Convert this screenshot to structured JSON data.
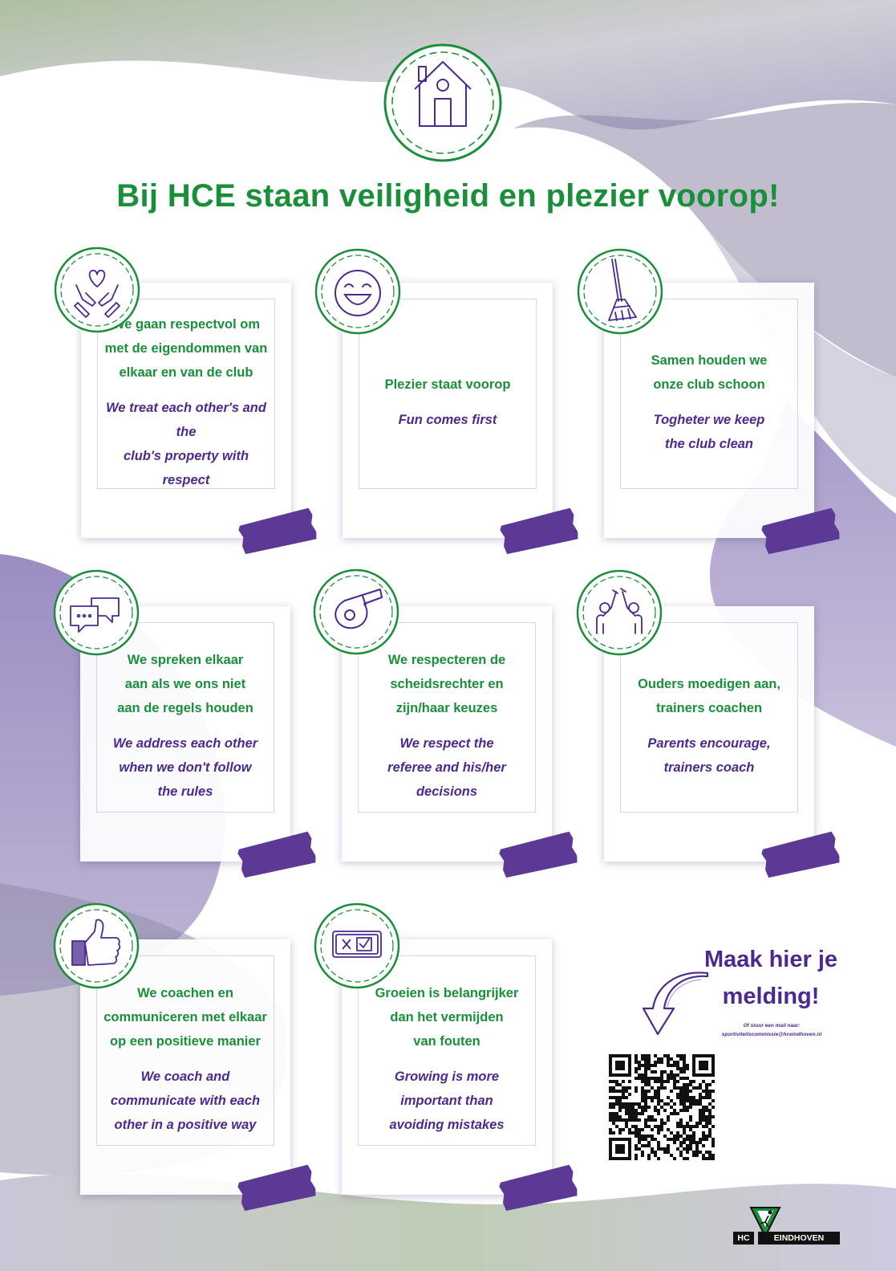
{
  "headline": "Bij HCE staan veiligheid en plezier voorop!",
  "colors": {
    "green": "#1a8f3a",
    "purple": "#4b2a8f",
    "tape": "#5b3994"
  },
  "top_icon": "house-icon",
  "cards": [
    {
      "icon": "heart-hands-icon",
      "nl": [
        "We gaan respectvol om",
        "met de eigendommen van",
        "elkaar en van de club"
      ],
      "en": [
        "We treat each other's and the",
        "club's property with respect"
      ]
    },
    {
      "icon": "smiley-face-icon",
      "nl": [
        "Plezier staat voorop"
      ],
      "en": [
        "Fun comes first"
      ]
    },
    {
      "icon": "broom-icon",
      "nl": [
        "Samen houden we",
        "onze club schoon"
      ],
      "en": [
        "Togheter we keep",
        "the club clean"
      ]
    },
    {
      "icon": "speech-bubbles-icon",
      "nl": [
        "We spreken elkaar",
        "aan als we ons niet",
        "aan de regels houden"
      ],
      "en": [
        "We address each other",
        "when we don't follow",
        "the rules"
      ]
    },
    {
      "icon": "whistle-icon",
      "nl": [
        "We respecteren de",
        "scheidsrechter en",
        "zijn/haar keuzes"
      ],
      "en": [
        "We respect the",
        "referee and his/her",
        "decisions"
      ]
    },
    {
      "icon": "high-five-icon",
      "nl": [
        "Ouders moedigen aan,",
        "trainers coachen"
      ],
      "en": [
        "Parents encourage,",
        "trainers coach"
      ]
    },
    {
      "icon": "thumbs-up-icon",
      "nl": [
        "We coachen en",
        "communiceren met elkaar",
        "op een positieve manier"
      ],
      "en": [
        "We coach and",
        "communicate with each",
        "other in a positive way"
      ]
    },
    {
      "icon": "checkbox-icon",
      "nl": [
        "Groeien is belangrijker",
        "dan het vermijden",
        "van fouten"
      ],
      "en": [
        "Growing is more",
        "important than",
        "avoiding mistakes"
      ]
    }
  ],
  "cta": {
    "line1": "Maak hier je",
    "line2": "melding!",
    "small1": "Of stuur een mail naar:",
    "small2": "sportiviteitscommissie@hceindhoven.nl",
    "arrow_icon": "curved-arrow-icon",
    "qr_icon": "qr-code-icon"
  },
  "logo": {
    "hc": "HC",
    "name": "EINDHOVEN"
  }
}
